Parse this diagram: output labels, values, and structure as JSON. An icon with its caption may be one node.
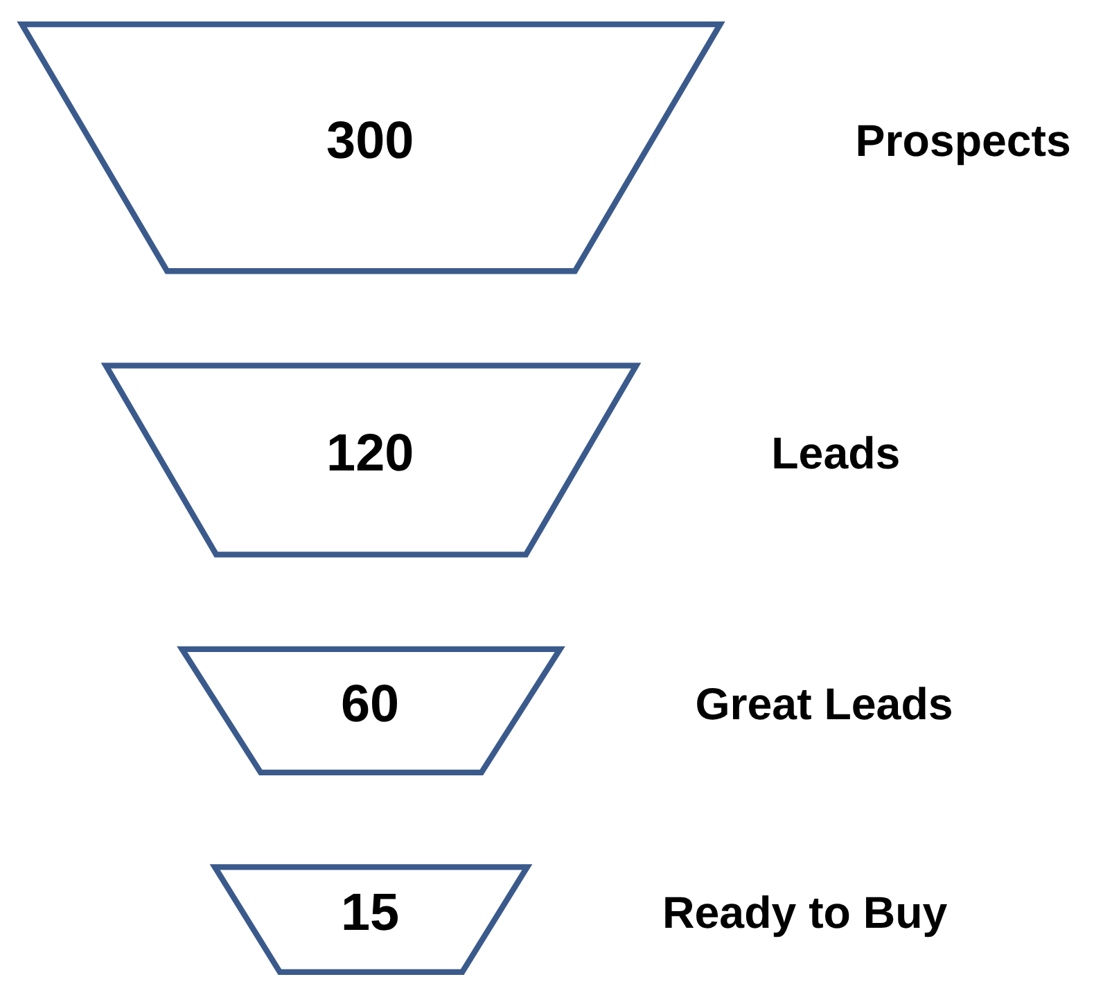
{
  "diagram": {
    "nodes": [
      {
        "text": [
          "300"
        ],
        "beside": [
          "Prospects"
        ]
      },
      {
        "text": [
          "120"
        ],
        "beside": [
          "Leads"
        ]
      },
      {
        "text": [
          "60"
        ],
        "beside": [
          "Great Leads"
        ]
      },
      {
        "text": [
          "15"
        ],
        "beside": [
          "Ready to Buy"
        ]
      }
    ],
    "edges": []
  }
}
